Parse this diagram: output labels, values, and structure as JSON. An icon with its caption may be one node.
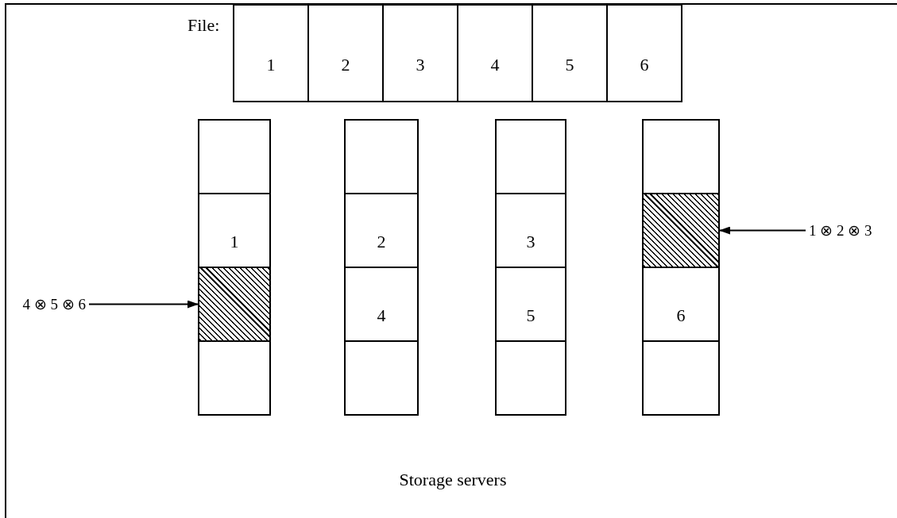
{
  "diagram": {
    "nodes": [
      {
        "text": [
          "File:"
        ]
      },
      {
        "text": [
          "1"
        ],
        "in": 0
      },
      {
        "text": [
          "2"
        ],
        "in": 0
      },
      {
        "text": [
          "3"
        ],
        "in": 0
      },
      {
        "text": [
          "4"
        ],
        "in": 0
      },
      {
        "text": [
          "5"
        ],
        "in": 0
      },
      {
        "text": [
          "6"
        ],
        "in": 0
      },
      {
        "text": [],
        "shape": "box"
      },
      {
        "text": [
          "1"
        ]
      },
      {
        "text": [],
        "shape": "box"
      },
      {
        "text": [],
        "shape": "box"
      },
      {
        "text": [],
        "shape": "box"
      },
      {
        "text": [
          "2"
        ]
      },
      {
        "text": [
          "4"
        ]
      },
      {
        "text": [],
        "shape": "box"
      },
      {
        "text": [],
        "shape": "box"
      },
      {
        "text": [
          "3"
        ]
      },
      {
        "text": [
          "5"
        ]
      },
      {
        "text": [],
        "shape": "box"
      },
      {
        "text": [],
        "shape": "box"
      },
      {
        "text": [],
        "shape": "box"
      },
      {
        "text": [
          "6"
        ]
      },
      {
        "text": [],
        "shape": "box"
      },
      {
        "text": [
          "4 ⊗ 5 ⊗ 6"
        ]
      },
      {
        "text": [
          "1 ⊗ 2 ⊗ 3"
        ]
      }
    ],
    "edges": [
      {
        "from": 23,
        "to": 9,
        "arrow": "to"
      },
      {
        "from": 24,
        "to": 20,
        "arrow": "to"
      }
    ],
    "labels": [
      "Storage servers"
    ]
  }
}
